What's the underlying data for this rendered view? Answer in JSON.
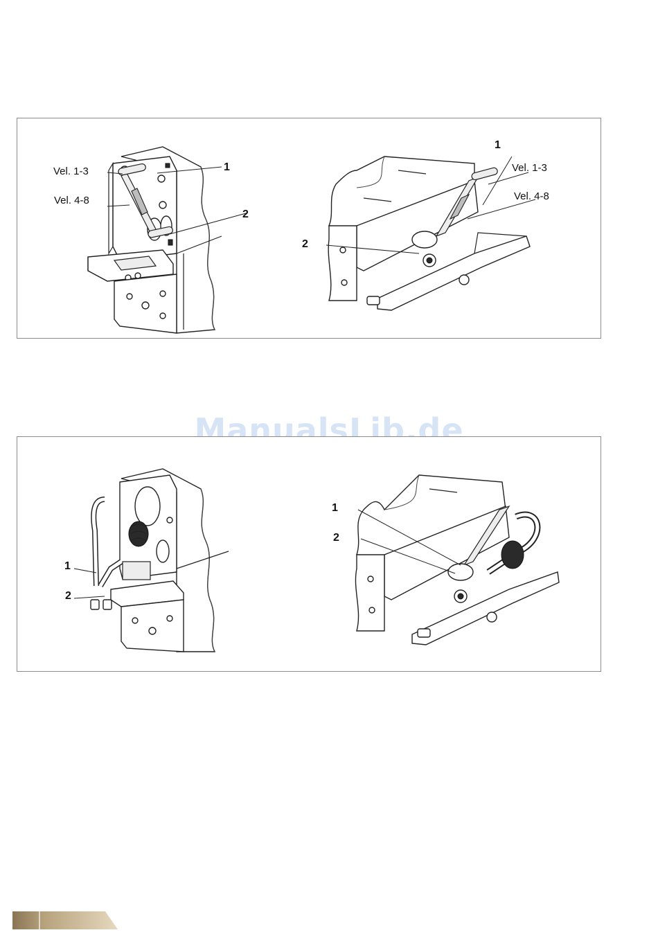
{
  "figure_top": {
    "left": {
      "label_vel_13": "Vel. 1-3",
      "label_vel_48": "Vel. 4-8",
      "callout_1": "1",
      "callout_2": "2"
    },
    "right": {
      "callout_1": "1",
      "label_vel_13": "Vel. 1-3",
      "label_vel_48": "Vel. 4-8",
      "callout_2": "2"
    }
  },
  "figure_bottom": {
    "left": {
      "callout_1": "1",
      "callout_2": "2"
    },
    "right": {
      "callout_1": "1",
      "callout_2": "2"
    }
  },
  "watermark": "ManualsLib.de",
  "colors": {
    "border": "#8a8a8a",
    "footer_dark": "#7d6a52",
    "footer_light": "#d8c8aa",
    "watermark": "#cfe0f5"
  }
}
